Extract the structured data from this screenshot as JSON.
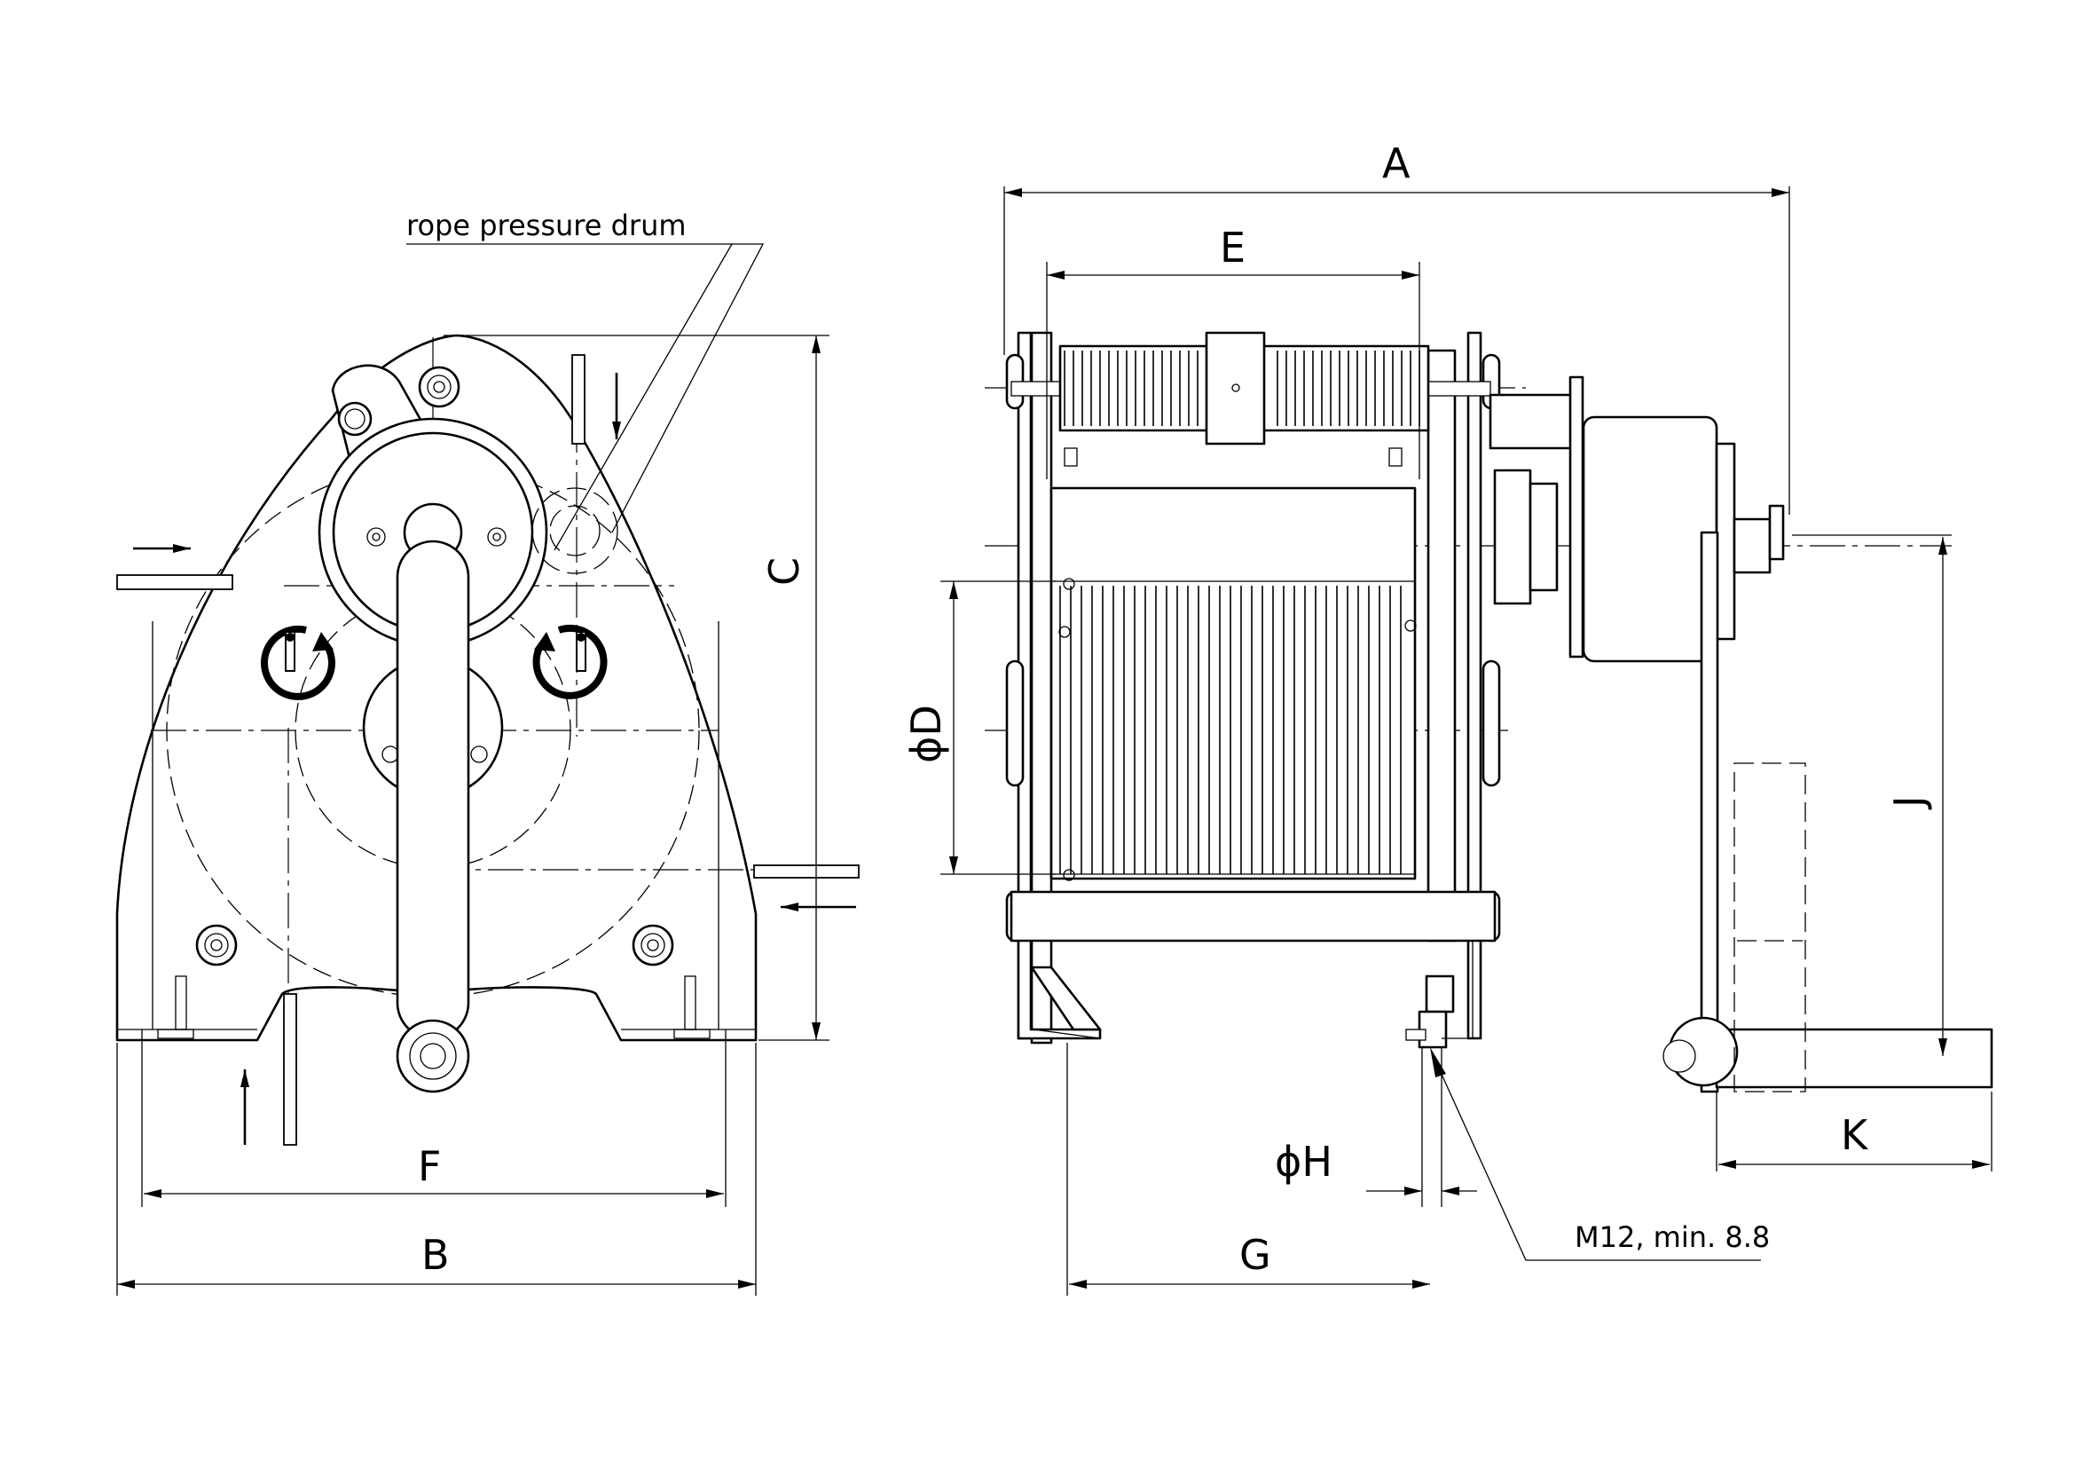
{
  "drawing": {
    "annotations": {
      "rope_pressure_drum": "rope pressure drum",
      "bolt_spec": "M12, min. 8.8"
    },
    "dimensions": {
      "A": "A",
      "B": "B",
      "C": "C",
      "D": "ϕD",
      "E": "E",
      "F": "F",
      "G": "G",
      "H": "ϕH",
      "J": "J",
      "K": "K"
    }
  }
}
